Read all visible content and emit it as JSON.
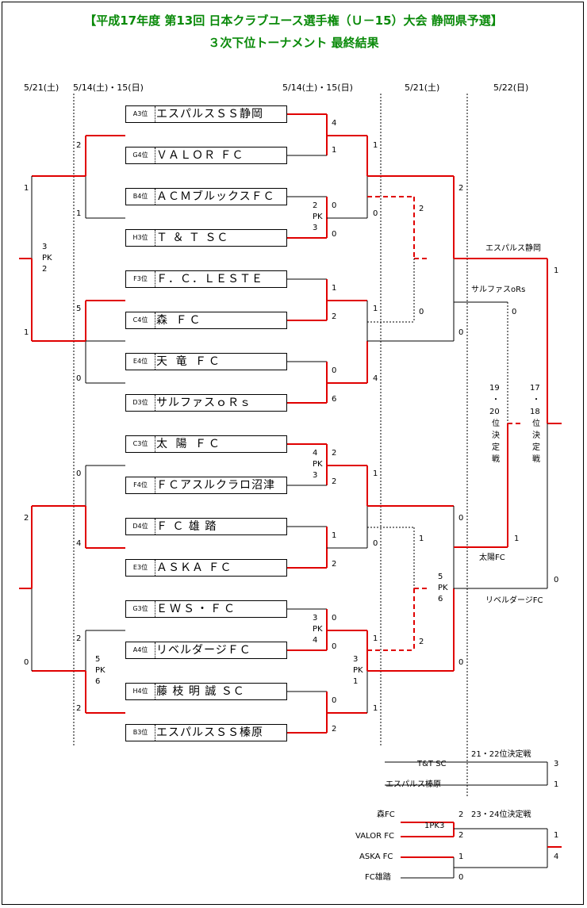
{
  "title": {
    "line1": "【平成17年度 第13回 日本クラブユース選手権（Ｕ－15）大会 静岡県予選】",
    "line2": "３次下位トーナメント 最終結果"
  },
  "dates": [
    "5/21(土)",
    "5/14(土)・15(日)",
    "5/14(土)・15(日)",
    "5/21(土)",
    "5/22(日)"
  ],
  "teams": [
    {
      "seed": "A3位",
      "name": "エスパルスＳＳ静岡"
    },
    {
      "seed": "G4位",
      "name": "ＶＡＬＯＲ ＦＣ"
    },
    {
      "seed": "B4位",
      "name": "ＡＣＭブルックスＦＣ"
    },
    {
      "seed": "H3位",
      "name": "Ｔ ＆ Ｔ ＳＣ"
    },
    {
      "seed": "F3位",
      "name": "Ｆ．Ｃ．ＬＥＳＴＥ"
    },
    {
      "seed": "C4位",
      "name": "森 ＦＣ"
    },
    {
      "seed": "E4位",
      "name": "天 竜 ＦＣ"
    },
    {
      "seed": "D3位",
      "name": "サルファスｏＲｓ"
    },
    {
      "seed": "C3位",
      "name": "太 陽 ＦＣ"
    },
    {
      "seed": "F4位",
      "name": "ＦＣアスルクラロ沼津"
    },
    {
      "seed": "D4位",
      "name": "Ｆ Ｃ 雄 踏"
    },
    {
      "seed": "E3位",
      "name": "ＡＳＫＡ ＦＣ"
    },
    {
      "seed": "G3位",
      "name": "ＥＷＳ・ＦＣ"
    },
    {
      "seed": "A4位",
      "name": "リベルダージＦＣ"
    },
    {
      "seed": "H4位",
      "name": "藤 枝 明 誠 ＳＣ"
    },
    {
      "seed": "B3位",
      "name": "エスパルスＳＳ榛原"
    }
  ],
  "labels": {
    "final_winner": "エスパルス静岡",
    "sarufasu": "サルファスoRs",
    "taiyo": "太陽FC",
    "riberu": "リベルダージFC",
    "playoff_19_20": [
      "19",
      "・",
      "20",
      "位",
      "決",
      "定",
      "戦"
    ],
    "playoff_17_18": [
      "17",
      "・",
      "18",
      "位",
      "決",
      "定",
      "戦"
    ],
    "game_21_22": "21・22位決定戦",
    "game_23_24": "23・24位決定戦",
    "tt_sc": "T&T SC",
    "haibara": "エスパルス榛原",
    "mori": "森FC",
    "valor": "VALOR FC",
    "aska": "ASKA FC",
    "yuto": "FC雄踏",
    "pk_1pk3": "1PK3"
  },
  "scores": {
    "r1": [
      "4",
      "1",
      "0",
      "0",
      "1",
      "2",
      "0",
      "6",
      "2",
      "2",
      "1",
      "2",
      "0",
      "0",
      "0",
      "2"
    ],
    "r1_pk": [
      [
        "2",
        "PK",
        "3"
      ],
      [
        "4",
        "PK",
        "3"
      ],
      [
        "3",
        "PK",
        "4"
      ]
    ],
    "r2_right": [
      "1",
      "0",
      "1",
      "4",
      "1",
      "0",
      "1",
      "1"
    ],
    "r2_right_pk": [
      "3",
      "PK",
      "1"
    ],
    "r2_left": [
      "2",
      "1",
      "5",
      "0",
      "0",
      "4",
      "2",
      "2"
    ],
    "r2_left_pk": [
      "5",
      "PK",
      "6"
    ],
    "r3_left": [
      "1",
      "1",
      "2",
      "0"
    ],
    "r3_left_pk": [
      "3",
      "PK",
      "2"
    ],
    "r3_right": [
      "2",
      "0",
      "0",
      "0"
    ],
    "r3_right_pk": [
      "5",
      "PK",
      "6"
    ],
    "dashed_scores": [
      "2",
      "0",
      "1",
      "2"
    ],
    "semi": [
      "0",
      "1"
    ],
    "final": [
      "1",
      "0"
    ],
    "g2122": [
      "3",
      "1"
    ],
    "g2324_first": [
      "2",
      "2",
      "1",
      "0"
    ],
    "g2324_final": [
      "1",
      "4"
    ]
  },
  "colors": {
    "title": "#0a8a0a",
    "winner_line": "#e00000",
    "line": "#000000"
  }
}
